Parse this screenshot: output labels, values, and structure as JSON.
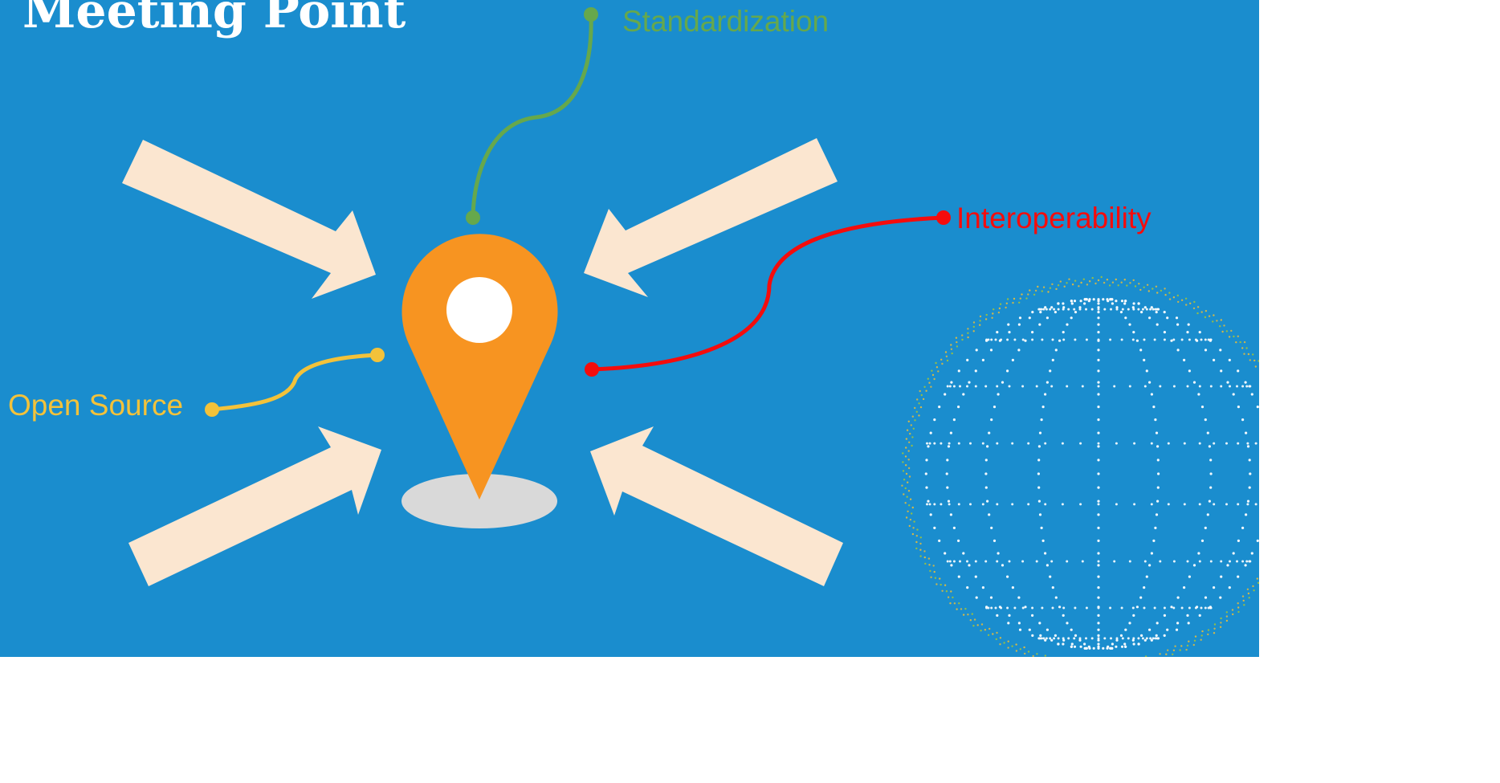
{
  "title": "Meeting Point",
  "labels": {
    "standardization": "Standardization",
    "interoperability": "Interoperability",
    "open_source": "Open Source"
  },
  "colors": {
    "background": "#1a8dce",
    "arrows": "#fbe6d0",
    "pin": "#f79421",
    "pin_center": "#ffffff",
    "pin_shadow": "#d9d9d9",
    "standardization": "#66a84c",
    "interoperability": "#f50c0c",
    "open_source": "#f3c23a",
    "globe_dots": "#ffffff"
  },
  "icons": {
    "pin": "location-pin-icon",
    "globe": "dotted-globe-icon",
    "arrows": "converging-arrows"
  }
}
